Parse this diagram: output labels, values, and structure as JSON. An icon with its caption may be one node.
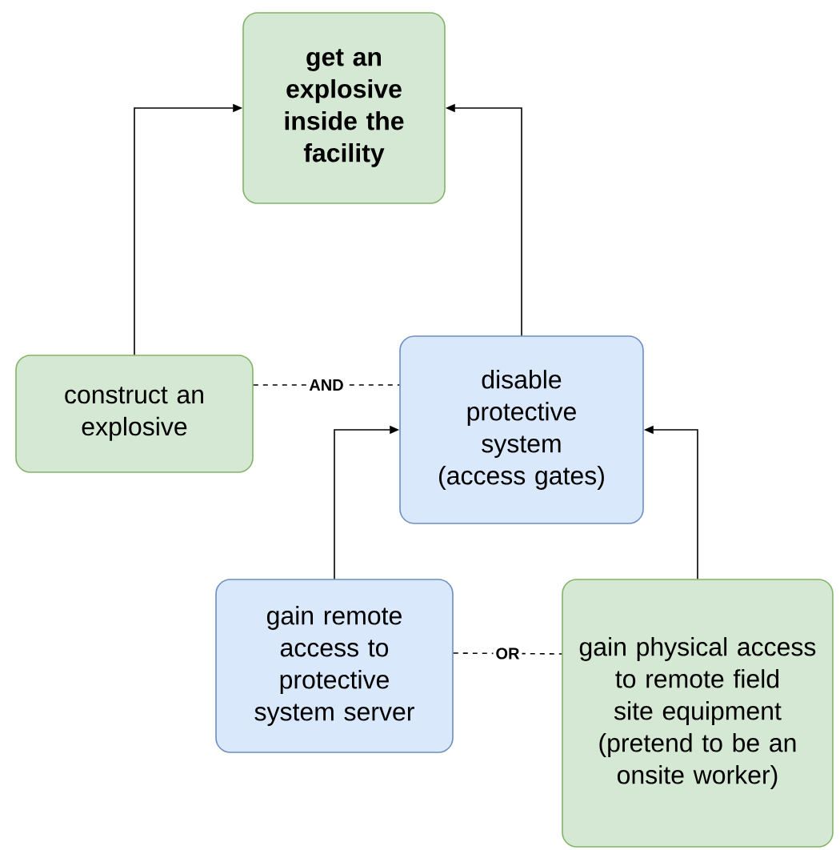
{
  "diagram": {
    "nodes": [
      {
        "text": [
          "get an explosive inside the facility"
        ]
      },
      {
        "text": [
          "construct an explosive"
        ]
      },
      {
        "text": [
          "disable protective system (access gates)"
        ]
      },
      {
        "text": [
          "gain remote access to protective system server"
        ]
      },
      {
        "text": [
          "gain physical access to remote field site equipment (pretend to be an onsite worker)"
        ]
      }
    ],
    "edges": [
      {
        "from": 1,
        "to": 0,
        "arrow": "to"
      },
      {
        "from": 2,
        "to": 0,
        "arrow": "to"
      },
      {
        "from": 1,
        "to": 2,
        "arrow": "none",
        "label": "AND",
        "style": "dashed"
      },
      {
        "from": 3,
        "to": 2,
        "arrow": "to"
      },
      {
        "from": 4,
        "to": 2,
        "arrow": "to"
      },
      {
        "from": 3,
        "to": 4,
        "arrow": "none",
        "label": "OR",
        "style": "dashed"
      }
    ]
  }
}
